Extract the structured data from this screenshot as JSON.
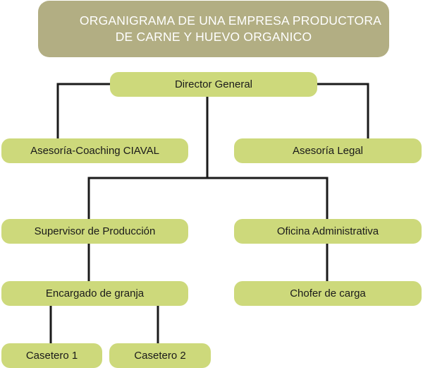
{
  "title": {
    "line1": "ORGANIGRAMA DE UNA EMPRESA PRODUCTORA",
    "line2": "DE CARNE Y HUEVO ORGANICO"
  },
  "nodes": {
    "director": "Director General",
    "coaching": "Asesoría-Coaching CIAVAL",
    "legal": "Asesoría Legal",
    "supervisor": "Supervisor de Producción",
    "oficina": "Oficina Administrativa",
    "encargado": "Encargado de granja",
    "chofer": "Chofer de carga",
    "casetero1": "Casetero 1",
    "casetero2": "Casetero 2"
  },
  "colors": {
    "title_bg": "#b2ae83",
    "node_bg": "#cdd97b",
    "connector": "#1a1a1a"
  }
}
